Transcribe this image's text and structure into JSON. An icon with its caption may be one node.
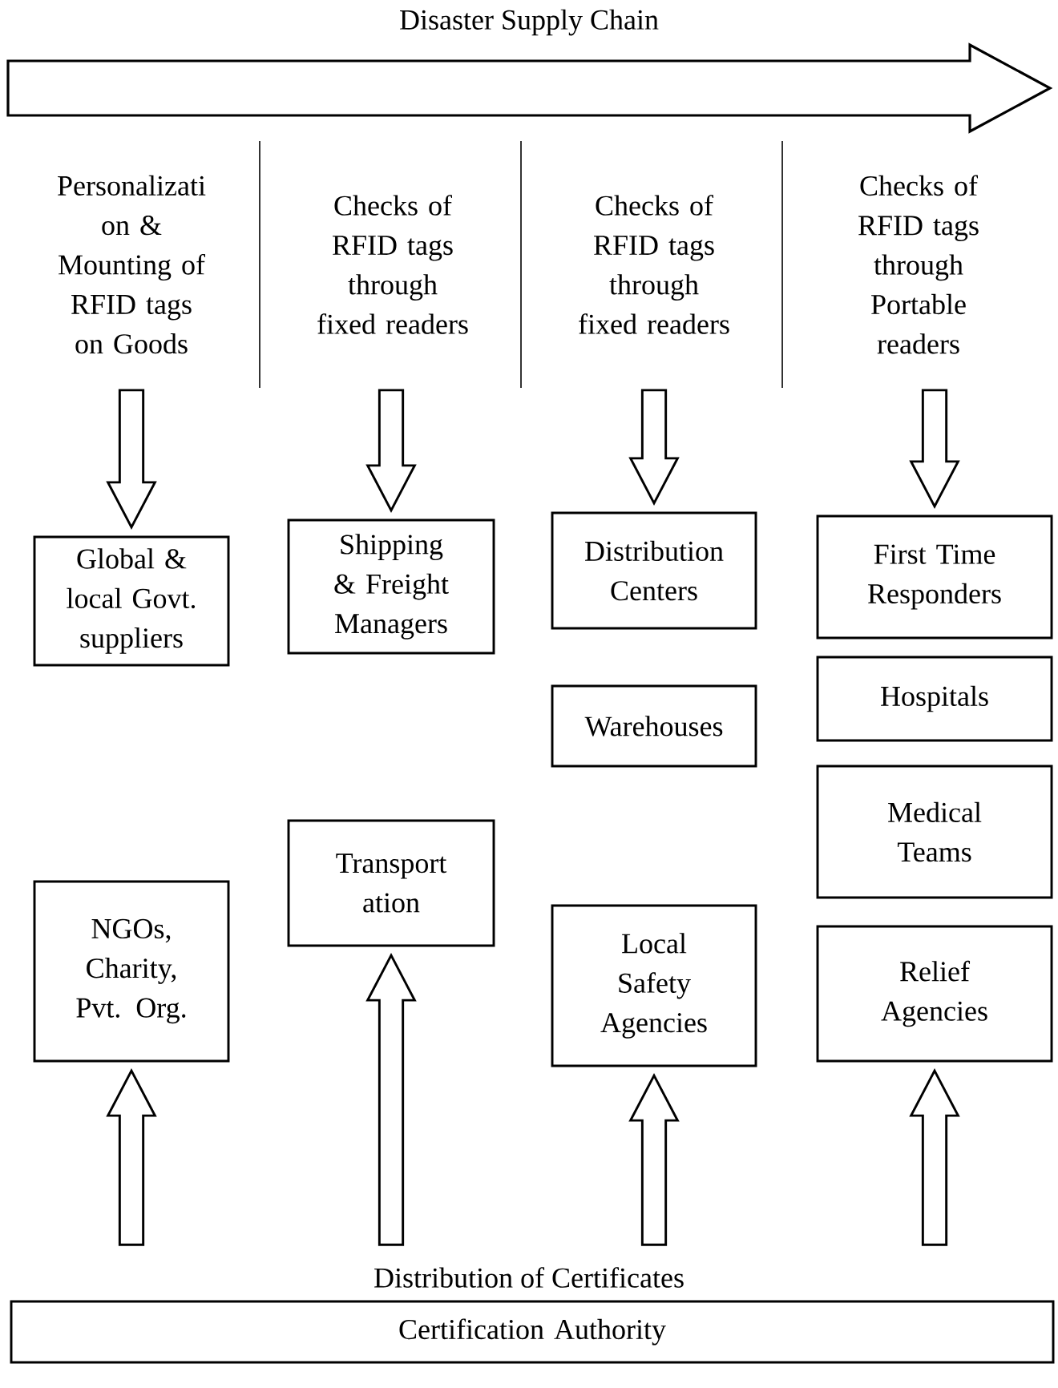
{
  "diagram": {
    "title": "Disaster Supply Chain",
    "nodes": [
      {
        "text": [
          "Personalizati on & Mounting of RFID tags on Goods"
        ]
      },
      {
        "text": [
          "Checks of RFID tags through fixed readers"
        ]
      },
      {
        "text": [
          "Checks of RFID tags through fixed readers"
        ]
      },
      {
        "text": [
          "Checks of RFID tags through Portable readers"
        ]
      },
      {
        "text": [
          "Global & local Govt. suppliers"
        ]
      },
      {
        "text": [
          "Shipping & Freight Managers"
        ]
      },
      {
        "text": [
          "Distribution Centers"
        ]
      },
      {
        "text": [
          "First Time Responders"
        ]
      },
      {
        "text": [
          "Hospitals"
        ]
      },
      {
        "text": [
          "Warehouses"
        ]
      },
      {
        "text": [
          "Transport ation"
        ]
      },
      {
        "text": [
          "Medical Teams"
        ]
      },
      {
        "text": [
          "NGOs, Charity, Pvt. Org."
        ]
      },
      {
        "text": [
          "Local Safety Agencies"
        ]
      },
      {
        "text": [
          "Relief Agencies"
        ]
      },
      {
        "text": [
          "Certification Authority"
        ]
      }
    ],
    "edges": [
      {
        "from": 0,
        "to": 4,
        "arrow": "to"
      },
      {
        "from": 1,
        "to": 5,
        "arrow": "to"
      },
      {
        "from": 2,
        "to": 6,
        "arrow": "to"
      },
      {
        "from": 3,
        "to": 7,
        "arrow": "to"
      },
      {
        "from": 15,
        "to": 12,
        "arrow": "to"
      },
      {
        "from": 15,
        "to": 10,
        "arrow": "to"
      },
      {
        "from": 15,
        "to": 13,
        "arrow": "to"
      },
      {
        "from": 15,
        "to": 14,
        "arrow": "to"
      }
    ],
    "labels": [
      "Distribution of Certificates"
    ]
  }
}
